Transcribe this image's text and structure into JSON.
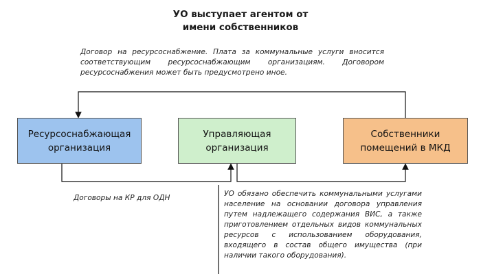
{
  "title": {
    "line1": "УО выступает агентом от",
    "line2": "имени собственников"
  },
  "notes": {
    "top": "Договор на ресурсоснабжение. Плата за коммунальные услуги вносится соответствующим ресурсоснабжающим организациям. Договором ресурсоснабжения может быть предусмотрено иное.",
    "kr": "Договоры на КР для ОДН",
    "uo": "УО обязано обеспечить коммунальными услугами население на основании договора управления путем надлежащего содержания ВИС, а также приготовлением отдельных видов коммунальных ресурсов с использованием оборудования, входящего в состав общего имущества (при наличии такого оборудования)."
  },
  "nodes": {
    "rso": {
      "line1": "Ресурсоснабжающая",
      "line2": "организация",
      "color": "#9dc3ee"
    },
    "uo": {
      "line1": "Управляющая",
      "line2": "организация",
      "color": "#cfefcc"
    },
    "own": {
      "line1": "Собственники",
      "line2": "помещений в МКД",
      "color": "#f6c08a"
    }
  }
}
